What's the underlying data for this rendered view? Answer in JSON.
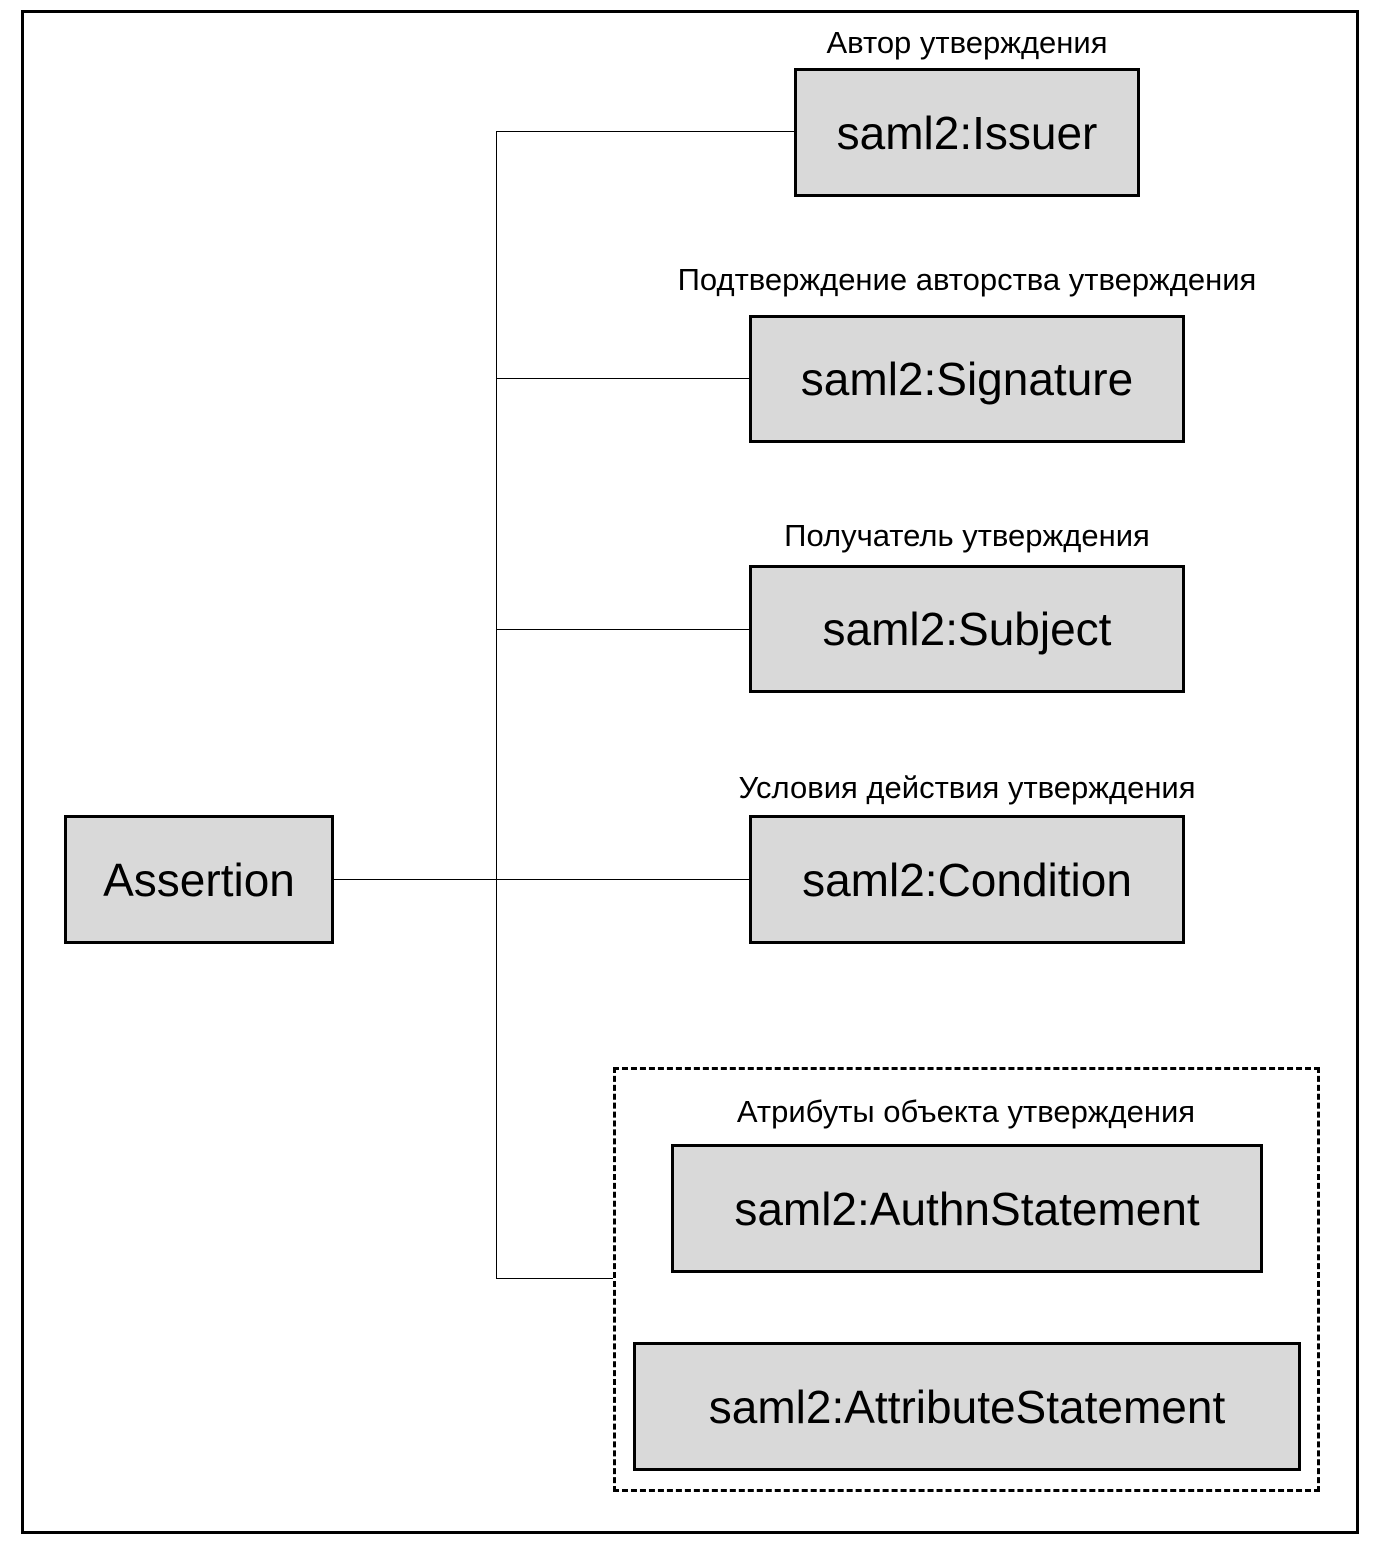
{
  "root": {
    "label": "Assertion"
  },
  "children": [
    {
      "caption": "Автор утверждения",
      "label": "saml2:Issuer"
    },
    {
      "caption": "Подтверждение авторства утверждения",
      "label": "saml2:Signature"
    },
    {
      "caption": "Получатель утверждения",
      "label": "saml2:Subject"
    },
    {
      "caption": "Условия действия утверждения",
      "label": "saml2:Condition"
    }
  ],
  "group": {
    "caption": "Атрибуты объекта утверждения",
    "items": [
      {
        "label": "saml2:AuthnStatement"
      },
      {
        "label": "saml2:AttributeStatement"
      }
    ]
  },
  "colors": {
    "box_fill": "#d9d9d9",
    "stroke": "#000000",
    "background": "#ffffff"
  }
}
